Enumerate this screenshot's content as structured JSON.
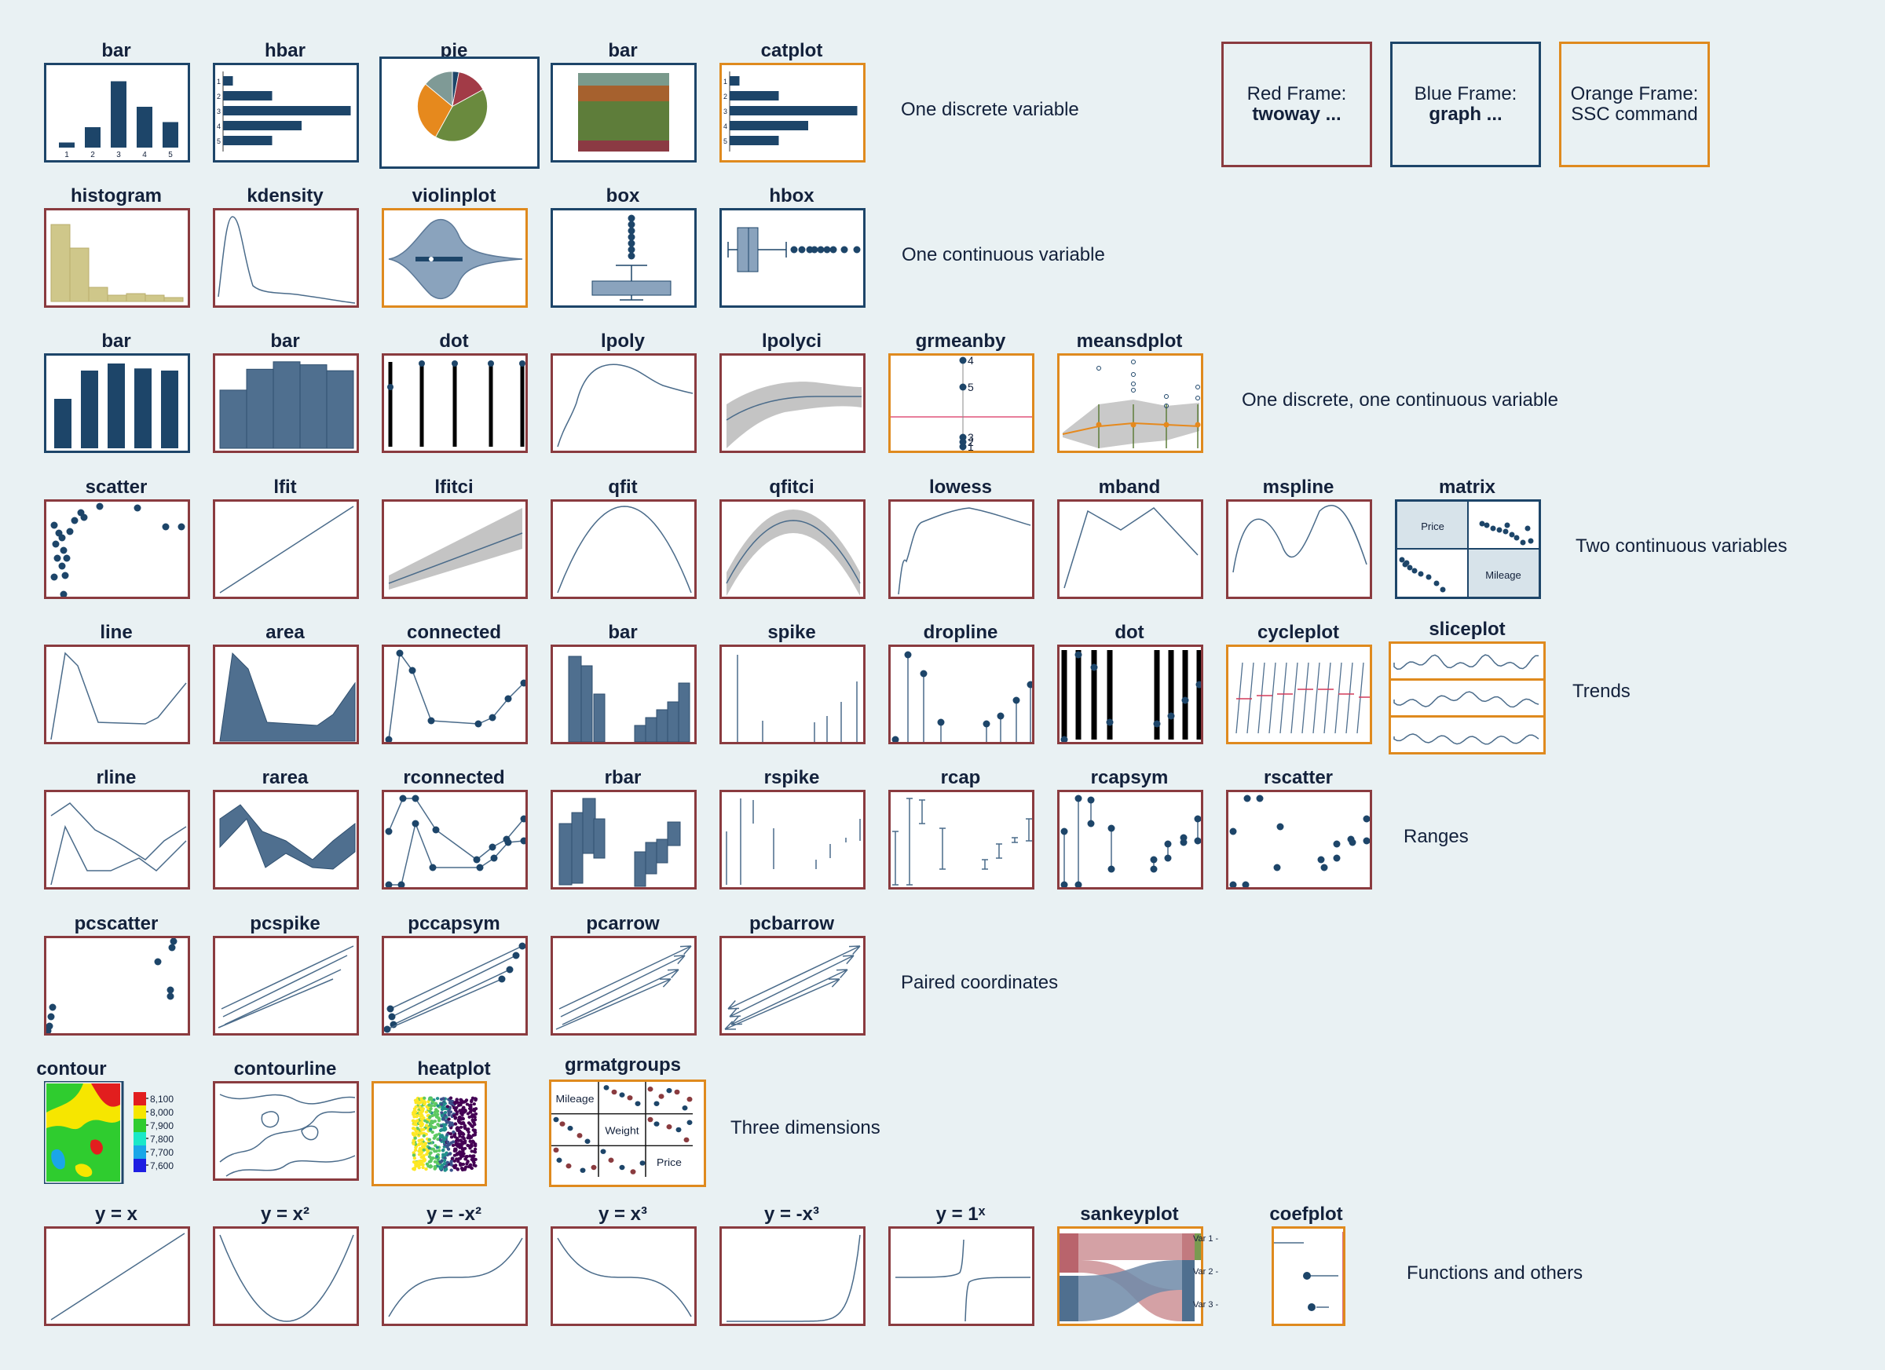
{
  "legend": [
    {
      "line1": "Red Frame:",
      "line2": "twoway ...",
      "frame": "red"
    },
    {
      "line1": "Blue Frame:",
      "line2": "graph ...",
      "frame": "blue"
    },
    {
      "line1": "Orange Frame:",
      "line2": "SSC command",
      "frame": "orange"
    }
  ],
  "colors": {
    "red_frame": "#8a3b3f",
    "blue_frame": "#1d4569",
    "orange_frame": "#df8a1e",
    "plot_navy": "#1d4569",
    "background": "#e9f1f3"
  },
  "rows": [
    {
      "label": "One discrete variable",
      "tiles": [
        {
          "title": "bar",
          "frame": "blue",
          "kind": "bar1"
        },
        {
          "title": "hbar",
          "frame": "blue",
          "kind": "hbar"
        },
        {
          "title": "pie",
          "frame": "blue",
          "kind": "pie"
        },
        {
          "title": "bar",
          "frame": "blue",
          "kind": "stackbar"
        },
        {
          "title": "catplot",
          "frame": "orange",
          "kind": "hbar"
        }
      ]
    },
    {
      "label": "One continuous variable",
      "tiles": [
        {
          "title": "histogram",
          "frame": "red",
          "kind": "histogram"
        },
        {
          "title": "kdensity",
          "frame": "red",
          "kind": "kdensity"
        },
        {
          "title": "violinplot",
          "frame": "orange",
          "kind": "violin"
        },
        {
          "title": "box",
          "frame": "blue",
          "kind": "box"
        },
        {
          "title": "hbox",
          "frame": "blue",
          "kind": "hbox"
        }
      ]
    },
    {
      "label": "One discrete, one continuous variable",
      "tiles": [
        {
          "title": "bar",
          "frame": "blue",
          "kind": "barcont"
        },
        {
          "title": "bar",
          "frame": "red",
          "kind": "barwide"
        },
        {
          "title": "dot",
          "frame": "red",
          "kind": "dotv"
        },
        {
          "title": "lpoly",
          "frame": "red",
          "kind": "lpoly"
        },
        {
          "title": "lpolyci",
          "frame": "red",
          "kind": "lpolyci"
        },
        {
          "title": "grmeanby",
          "frame": "orange",
          "kind": "grmeanby"
        },
        {
          "title": "meansdplot",
          "frame": "orange",
          "kind": "meansd"
        }
      ]
    },
    {
      "label": "Two continuous variables",
      "tiles": [
        {
          "title": "scatter",
          "frame": "red",
          "kind": "scatter"
        },
        {
          "title": "lfit",
          "frame": "red",
          "kind": "lfit"
        },
        {
          "title": "lfitci",
          "frame": "red",
          "kind": "lfitci"
        },
        {
          "title": "qfit",
          "frame": "red",
          "kind": "qfit"
        },
        {
          "title": "qfitci",
          "frame": "red",
          "kind": "qfitci"
        },
        {
          "title": "lowess",
          "frame": "red",
          "kind": "lowess"
        },
        {
          "title": "mband",
          "frame": "red",
          "kind": "mband"
        },
        {
          "title": "mspline",
          "frame": "red",
          "kind": "mspline"
        },
        {
          "title": "matrix",
          "frame": "blue",
          "kind": "matrix"
        }
      ]
    },
    {
      "label": "Trends",
      "tiles": [
        {
          "title": "line",
          "frame": "red",
          "kind": "line"
        },
        {
          "title": "area",
          "frame": "red",
          "kind": "area"
        },
        {
          "title": "connected",
          "frame": "red",
          "kind": "connected"
        },
        {
          "title": "bar",
          "frame": "red",
          "kind": "trendbar"
        },
        {
          "title": "spike",
          "frame": "red",
          "kind": "spike"
        },
        {
          "title": "dropline",
          "frame": "red",
          "kind": "dropline"
        },
        {
          "title": "dot",
          "frame": "red",
          "kind": "dotthick"
        },
        {
          "title": "cycleplot",
          "frame": "orange",
          "kind": "cycle"
        },
        {
          "title": "sliceplot",
          "frame": "orange",
          "kind": "slice"
        }
      ]
    },
    {
      "label": "Ranges",
      "tiles": [
        {
          "title": "rline",
          "frame": "red",
          "kind": "rline"
        },
        {
          "title": "rarea",
          "frame": "red",
          "kind": "rarea"
        },
        {
          "title": "rconnected",
          "frame": "red",
          "kind": "rconnected"
        },
        {
          "title": "rbar",
          "frame": "red",
          "kind": "rbar"
        },
        {
          "title": "rspike",
          "frame": "red",
          "kind": "rspike"
        },
        {
          "title": "rcap",
          "frame": "red",
          "kind": "rcap"
        },
        {
          "title": "rcapsym",
          "frame": "red",
          "kind": "rcapsym"
        },
        {
          "title": "rscatter",
          "frame": "red",
          "kind": "rscatter"
        }
      ]
    },
    {
      "label": "Paired coordinates",
      "tiles": [
        {
          "title": "pcscatter",
          "frame": "red",
          "kind": "pcscatter"
        },
        {
          "title": "pcspike",
          "frame": "red",
          "kind": "pcspike"
        },
        {
          "title": "pccapsym",
          "frame": "red",
          "kind": "pccapsym"
        },
        {
          "title": "pcarrow",
          "frame": "red",
          "kind": "pcarrow"
        },
        {
          "title": "pcbarrow",
          "frame": "red",
          "kind": "pcbarrow"
        }
      ]
    },
    {
      "label": "Three dimensions",
      "tiles": [
        {
          "title": "contour",
          "frame": "none",
          "kind": "contour",
          "legend_values": [
            "8,100",
            "8,000",
            "7,900",
            "7,800",
            "7,700",
            "7,600"
          ]
        },
        {
          "title": "contourline",
          "frame": "red",
          "kind": "contourline"
        },
        {
          "title": "heatplot",
          "frame": "orange",
          "kind": "heatplot"
        },
        {
          "title": "grmatgroups",
          "frame": "orange",
          "kind": "grmat",
          "labels": [
            "Mileage",
            "Weight",
            "Price"
          ]
        }
      ]
    },
    {
      "label": "Functions and others",
      "tiles": [
        {
          "title": "y = x",
          "frame": "red",
          "kind": "fx"
        },
        {
          "title": "y = x²",
          "frame": "red",
          "kind": "fx2"
        },
        {
          "title": "y = -x²",
          "frame": "red",
          "kind": "fnx2"
        },
        {
          "title": "y = x³",
          "frame": "red",
          "kind": "fx3"
        },
        {
          "title": "y = -x³",
          "frame": "red",
          "kind": "fnx3"
        },
        {
          "title": "y = 1ˣ",
          "frame": "red",
          "kind": "f1x"
        },
        {
          "title": "sankeyplot",
          "frame": "orange",
          "kind": "sankey"
        },
        {
          "title": "coefplot",
          "frame": "orange",
          "kind": "coef",
          "labels": [
            "Var 1",
            "Var 2",
            "Var 3"
          ]
        }
      ]
    }
  ],
  "matrix_labels": [
    "Price",
    "Mileage"
  ]
}
